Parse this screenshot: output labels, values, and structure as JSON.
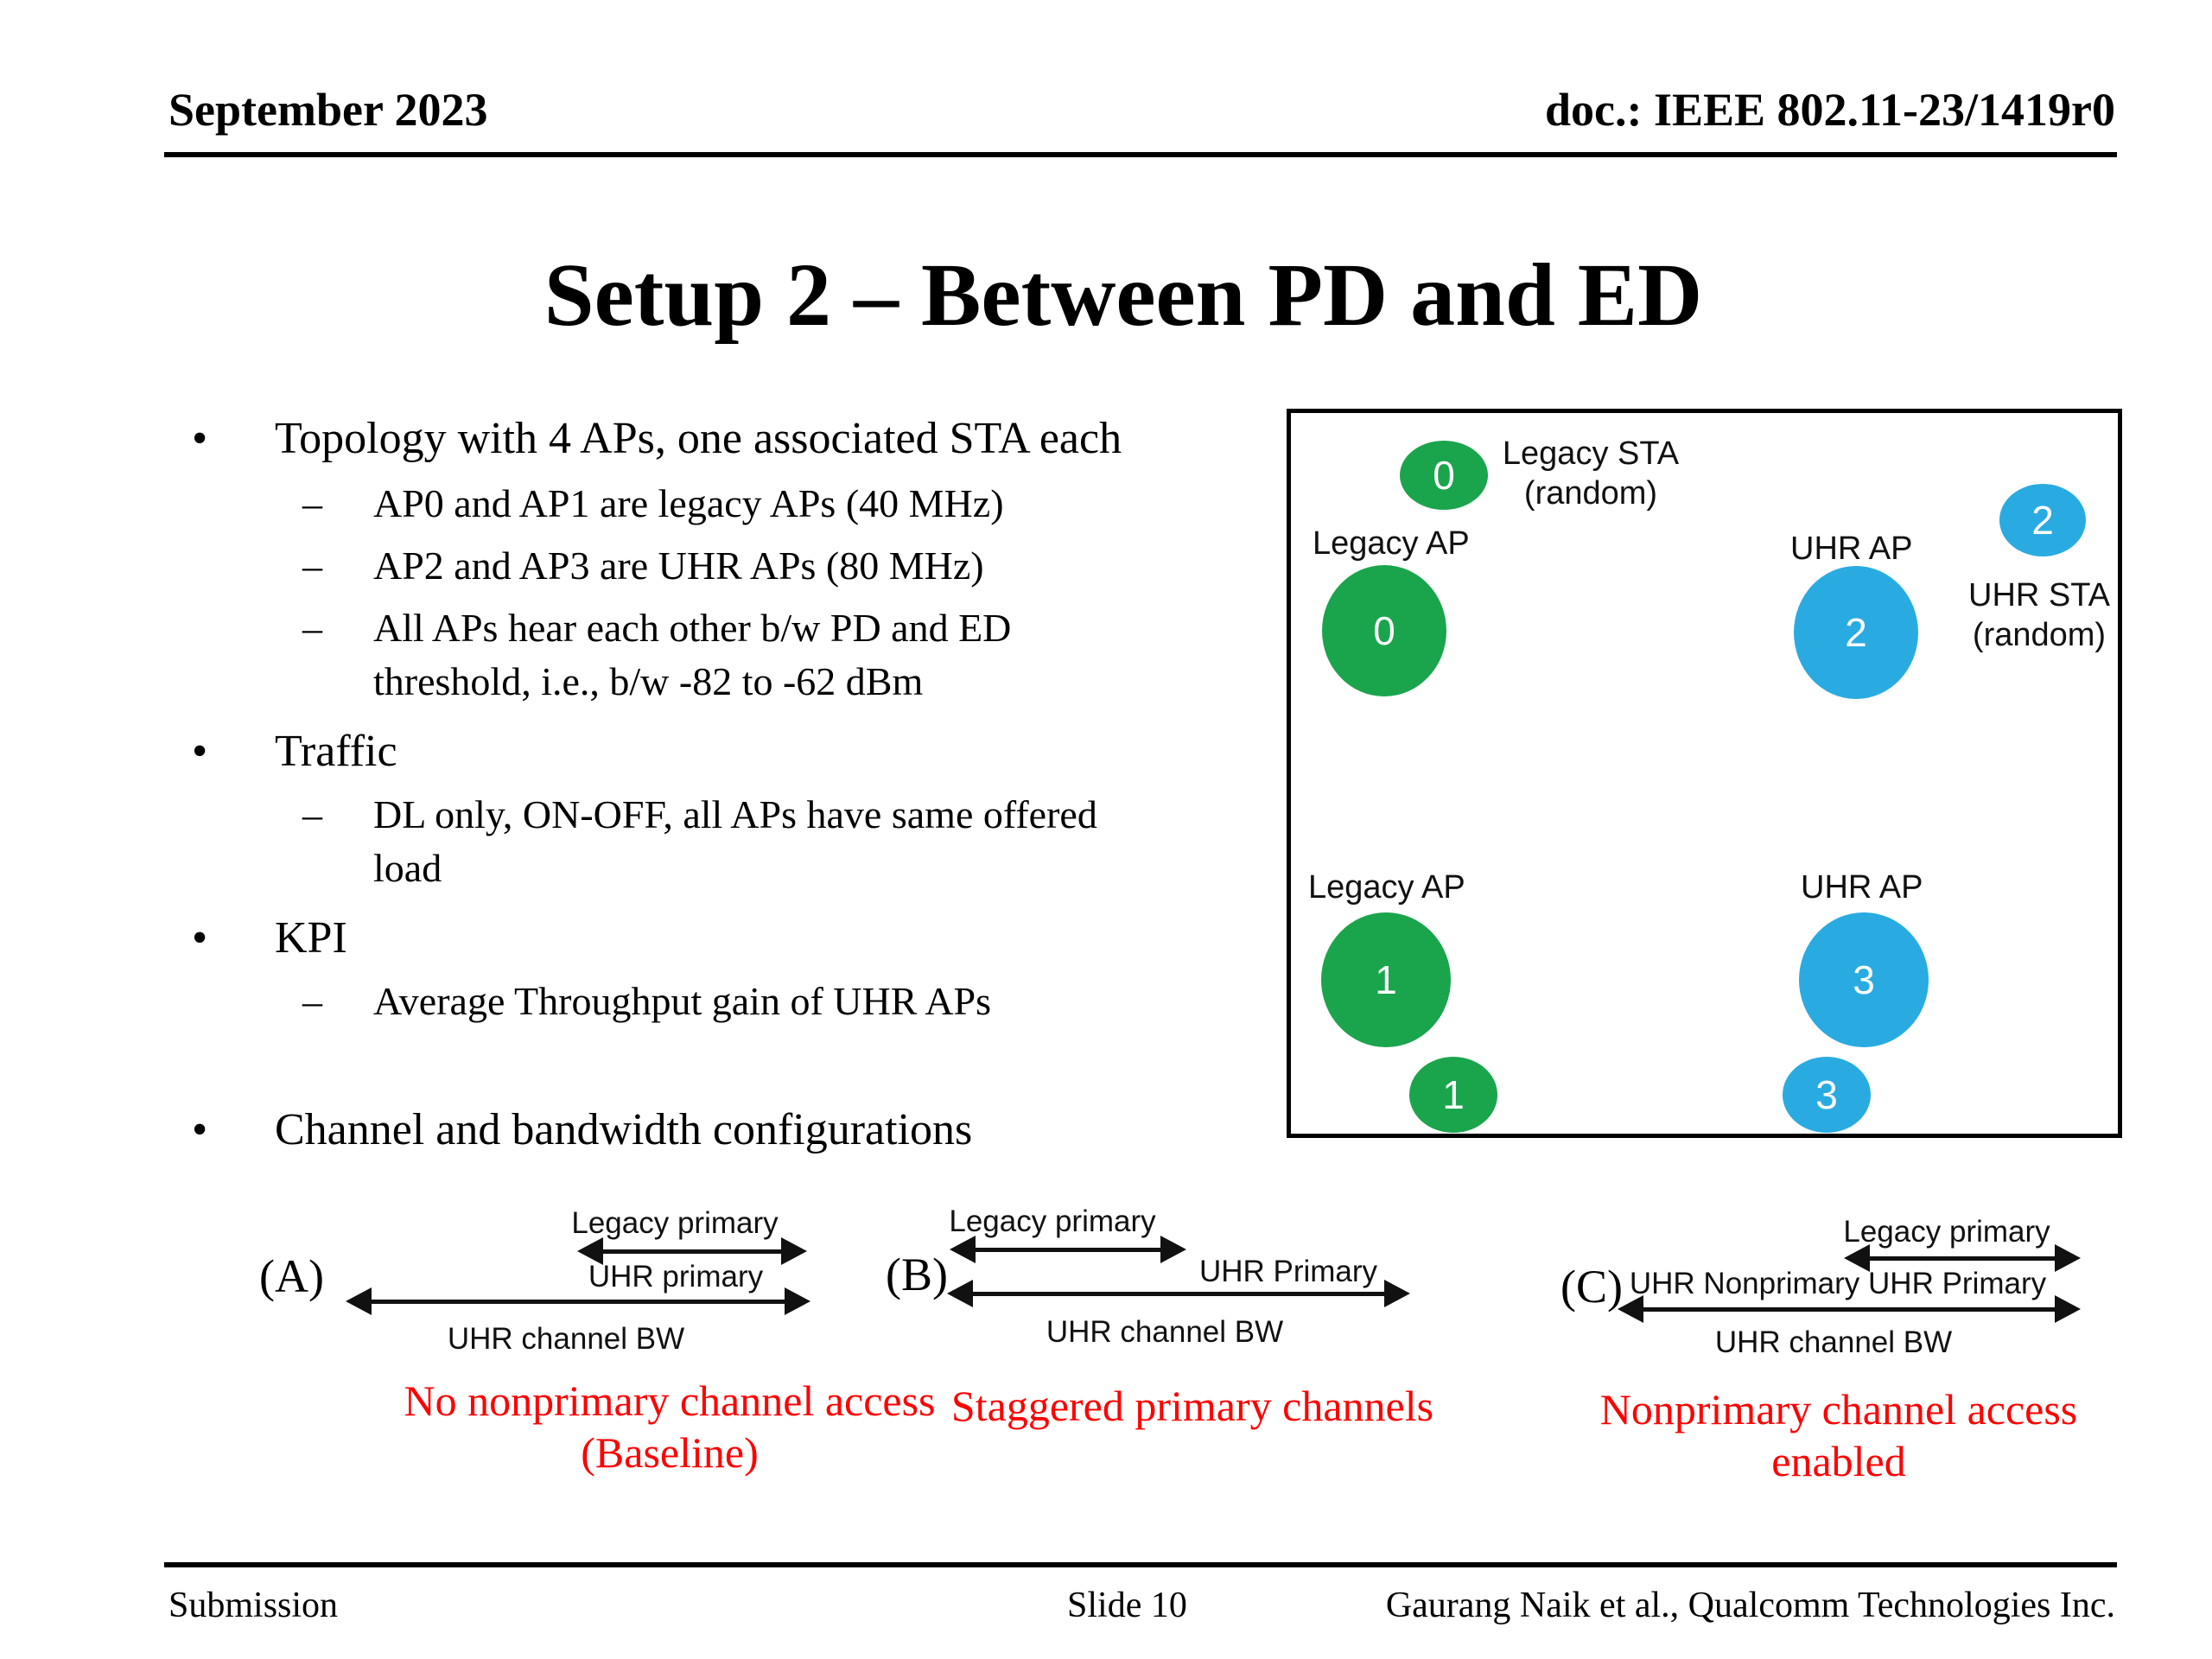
{
  "header": {
    "date": "September 2023",
    "doc": "doc.: IEEE 802.11-23/1419r0"
  },
  "title": "Setup 2 – Between PD and ED",
  "bullets": {
    "bullet_glyph": "•",
    "dash_glyph": "–",
    "topology": "Topology with 4 APs, one associated STA each",
    "topology_sub1": "AP0 and AP1 are legacy APs (40 MHz)",
    "topology_sub2": "AP2 and AP3 are UHR APs (80 MHz)",
    "topology_sub3_line1": "All APs hear each other b/w PD and ED",
    "topology_sub3_line2": "threshold, i.e., b/w -82 to -62 dBm",
    "traffic": "Traffic",
    "traffic_sub1_line1": "DL only, ON-OFF, all APs have same offered",
    "traffic_sub1_line2": "load",
    "kpi": "KPI",
    "kpi_sub1": "Average Throughput gain of UHR APs",
    "channel": "Channel and bandwidth configurations"
  },
  "topology_diagram": {
    "legacy_sta_label": [
      "Legacy STA",
      "(random)"
    ],
    "uhr_sta_label": [
      "UHR STA",
      "(random)"
    ],
    "legacy_ap_label_top": "Legacy AP",
    "uhr_ap_label_top": "UHR AP",
    "legacy_ap_label_bottom": "Legacy AP",
    "uhr_ap_label_bottom": "UHR AP",
    "legacy_sta0": "0",
    "legacy_ap0": "0",
    "uhr_sta2": "2",
    "uhr_ap2": "2",
    "legacy_ap1": "1",
    "legacy_sta1": "1",
    "uhr_ap3": "3",
    "uhr_sta3": "3",
    "legacy_color": "#1aa54c",
    "uhr_color": "#29abe2"
  },
  "configs": {
    "caption_color": "#ff0000",
    "a": {
      "tag": "(A)",
      "top": "Legacy primary",
      "mid": "UHR primary",
      "bw": "UHR channel BW",
      "caption1": "No nonprimary channel access",
      "caption2": "(Baseline)"
    },
    "b": {
      "tag": "(B)",
      "top": "Legacy primary",
      "mid": "UHR Primary",
      "bw": "UHR channel BW",
      "caption1": "Staggered primary channels"
    },
    "c": {
      "tag": "(C)",
      "top": "Legacy primary",
      "mid": "UHR Nonprimary UHR Primary",
      "bw": "UHR channel BW",
      "caption1": "Nonprimary channel access",
      "caption2": "enabled"
    }
  },
  "footer": {
    "left": "Submission",
    "center": "Slide 10",
    "right": "Gaurang Naik et al., Qualcomm Technologies Inc."
  }
}
